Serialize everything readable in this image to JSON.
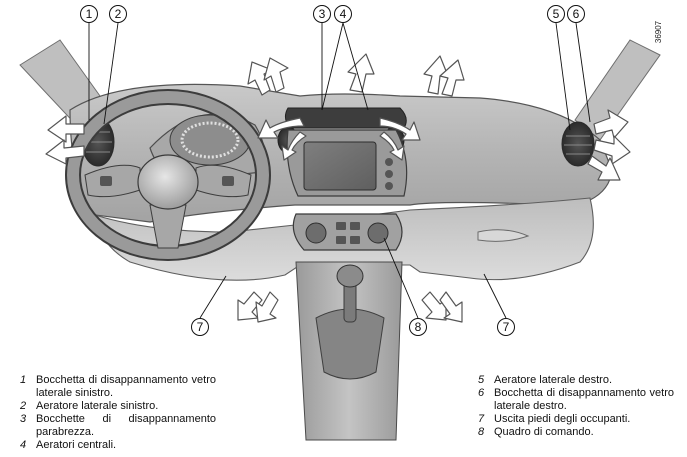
{
  "reference_code": "36907",
  "callouts": {
    "c1": "1",
    "c2": "2",
    "c3": "3",
    "c4": "4",
    "c5": "5",
    "c6": "6",
    "c7a": "7",
    "c7b": "7",
    "c8": "8"
  },
  "legend": {
    "left": [
      {
        "num": "1",
        "text": "Bocchetta di disappannamento vetro laterale sinistro."
      },
      {
        "num": "2",
        "text": "Aeratore laterale sinistro."
      },
      {
        "num": "3",
        "text": "Bocchette di disappannamento parabrezza."
      },
      {
        "num": "4",
        "text": "Aeratori centrali."
      }
    ],
    "right": [
      {
        "num": "5",
        "text": "Aeratore laterale destro."
      },
      {
        "num": "6",
        "text": "Bocchetta di disappannamento vetro laterale destro."
      },
      {
        "num": "7",
        "text": "Uscita piedi degli occupanti."
      },
      {
        "num": "8",
        "text": "Quadro di comando."
      }
    ]
  }
}
